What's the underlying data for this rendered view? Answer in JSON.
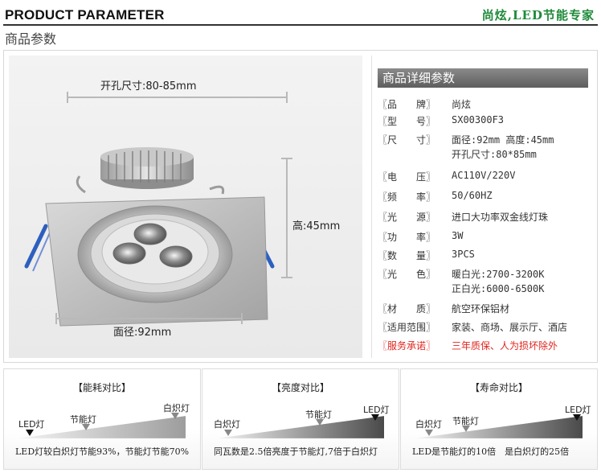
{
  "header": {
    "title": "PRODUCT PARAMETER",
    "slogan": "尚炫,LED节能专家",
    "subtitle": "商品参数"
  },
  "dimensions": {
    "cutout": "开孔尺寸:80-85mm",
    "height": "高:45mm",
    "diameter": "面径:92mm"
  },
  "specs": {
    "heading": "商品详细参数",
    "rows": [
      {
        "key": "〖品　　牌〗",
        "value": "尚炫"
      },
      {
        "key": "〖型　　号〗",
        "value": "SX00300F3"
      },
      {
        "key": "〖尺　　寸〗",
        "value": "面径:92mm 高度:45mm",
        "value2": "开孔尺寸:80*85mm"
      },
      {
        "key": "〖电　　压〗",
        "value": "AC110V/220V"
      },
      {
        "key": "〖频　　率〗",
        "value": "50/60HZ"
      },
      {
        "key": "〖光　　源〗",
        "value": "进口大功率双金线灯珠"
      },
      {
        "key": "〖功　　率〗",
        "value": "3W"
      },
      {
        "key": "〖数　　量〗",
        "value": "3PCS"
      },
      {
        "key": "〖光　　色〗",
        "value": "暖白光:2700-3200K",
        "value2": "正白光:6000-6500K"
      },
      {
        "key": "〖材　　质〗",
        "value": "航空环保铝材"
      },
      {
        "key": "〖适用范围〗",
        "value": "家装、商场、展示厅、酒店"
      },
      {
        "key": "〖服务承诺〗",
        "value": "三年质保、人为损坏除外"
      }
    ]
  },
  "comparisons": [
    {
      "title": "【能耗对比】",
      "labels": [
        "LED灯",
        "节能灯",
        "白炽灯"
      ],
      "footer": "LED灯较白炽灯节能93%，节能灯节能70%"
    },
    {
      "title": "【亮度对比】",
      "labels": [
        "白炽灯",
        "节能灯",
        "LED灯"
      ],
      "footer": "同瓦数是2.5倍亮度于节能灯,7倍于白炽灯"
    },
    {
      "title": "【寿命对比】",
      "labels": [
        "白炽灯",
        "节能灯",
        "LED灯"
      ],
      "footer": "LED是节能灯的10倍　是白炽灯的25倍"
    }
  ],
  "colors": {
    "slogan": "#1f8a3a",
    "service_red": "#e0251e",
    "spec_header": "#6e6e6e"
  }
}
